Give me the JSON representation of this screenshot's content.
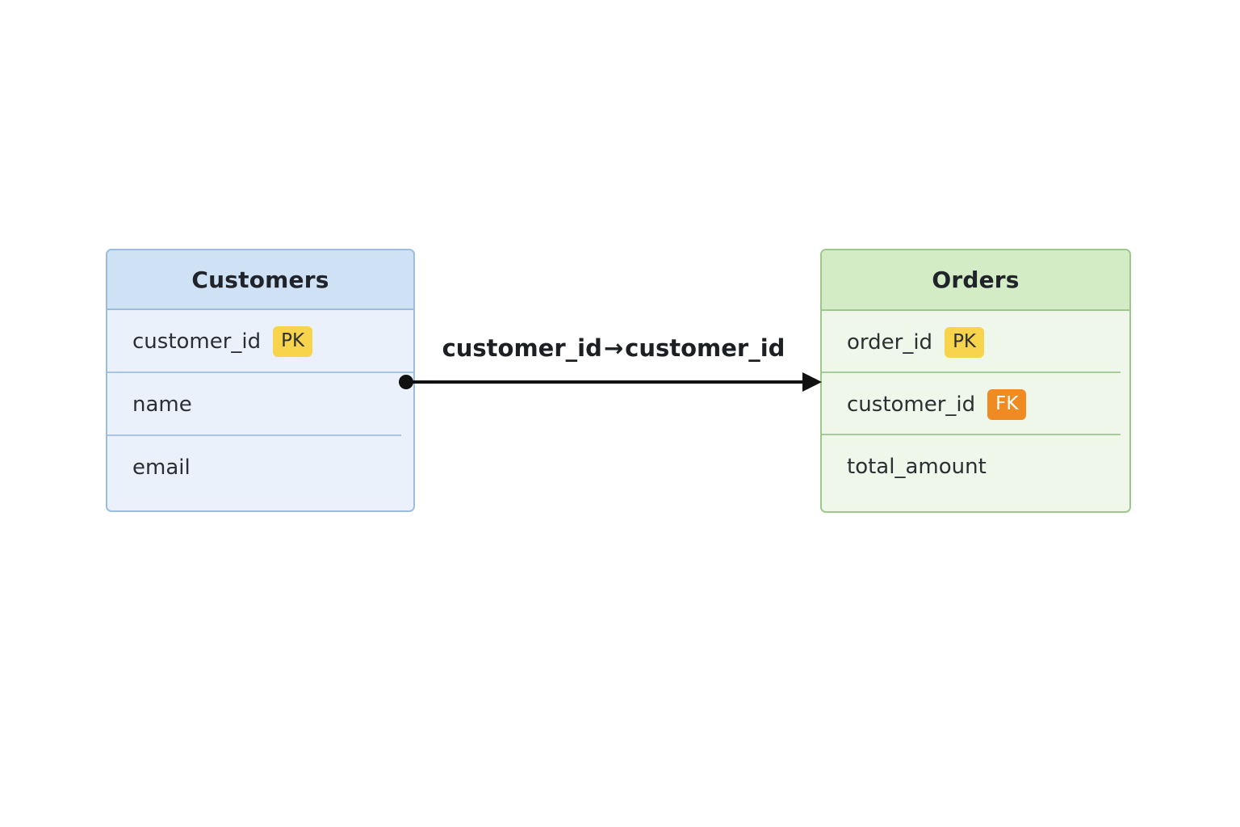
{
  "diagram": {
    "type": "entity-relationship-diagram",
    "background_color": "#ffffff",
    "entities": [
      {
        "name": "Customers",
        "header_color": "#cfe1f5",
        "body_color": "#eaf1fb",
        "border_color": "#9bbcdd",
        "fields": [
          {
            "name": "customer_id",
            "badge": "PK",
            "badge_color": "#f7d44c"
          },
          {
            "name": "name",
            "badge": "",
            "badge_color": ""
          },
          {
            "name": "email",
            "badge": "",
            "badge_color": ""
          }
        ]
      },
      {
        "name": "Orders",
        "header_color": "#d3ecc5",
        "body_color": "#eef7e9",
        "border_color": "#9ec78c",
        "fields": [
          {
            "name": "order_id",
            "badge": "PK",
            "badge_color": "#f7d44c"
          },
          {
            "name": "customer_id",
            "badge": "FK",
            "badge_color": "#ef8b22"
          },
          {
            "name": "total_amount",
            "badge": "",
            "badge_color": ""
          }
        ]
      }
    ],
    "relationship": {
      "from_field": "customer_id",
      "arrow_glyph": "→",
      "to_field": "customer_id",
      "line_color": "#111111",
      "source_marker": "filled-circle",
      "target_marker": "filled-arrowhead"
    }
  }
}
